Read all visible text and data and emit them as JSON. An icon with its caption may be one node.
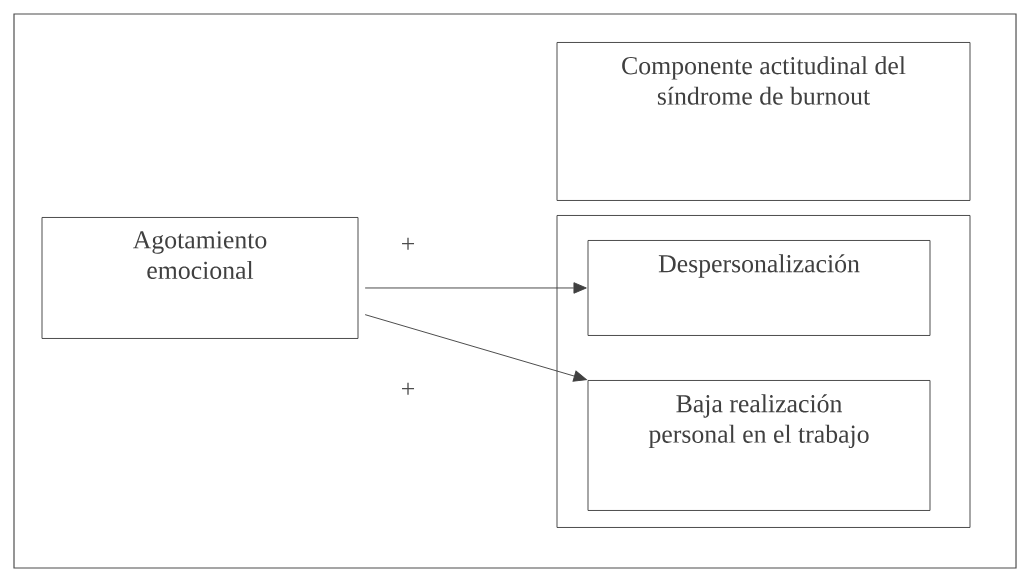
{
  "diagram": {
    "nodes": [
      {
        "text": [
          "Agotamiento emocional"
        ]
      },
      {
        "text": [
          "Componente actitudinal del síndrome de burnout"
        ]
      },
      {
        "text": [],
        "shape": "box"
      },
      {
        "text": [
          "Despersonalización"
        ],
        "in": 2
      },
      {
        "text": [
          "Baja realización personal en el trabajo"
        ],
        "in": 2
      }
    ],
    "edges": [
      {
        "from": 0,
        "to": 3,
        "arrow": "to",
        "label": "+"
      },
      {
        "from": 0,
        "to": 4,
        "arrow": "to",
        "label": "+"
      }
    ]
  }
}
